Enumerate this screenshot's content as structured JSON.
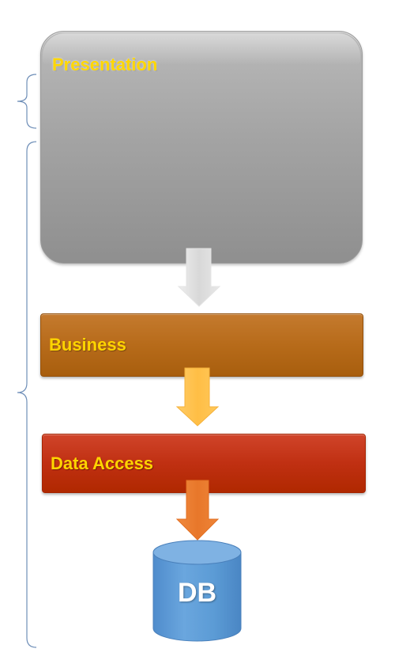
{
  "diagram": {
    "layers": {
      "presentation": {
        "label": "Presentation"
      },
      "business": {
        "label": "Business"
      },
      "data_access": {
        "label": "Data Access"
      },
      "database": {
        "label": "DB"
      }
    },
    "colors": {
      "presentation_fill": "#a4a4a4",
      "business_fill": "#b76b1a",
      "data_access_fill": "#c03012",
      "database_fill": "#5b9bd5",
      "label_text": "#ffd400",
      "arrow_gray": "#dcdcdc",
      "arrow_yellow": "#ffc04c",
      "arrow_orange": "#ed7d31",
      "brace": "#6f8fb8"
    }
  }
}
